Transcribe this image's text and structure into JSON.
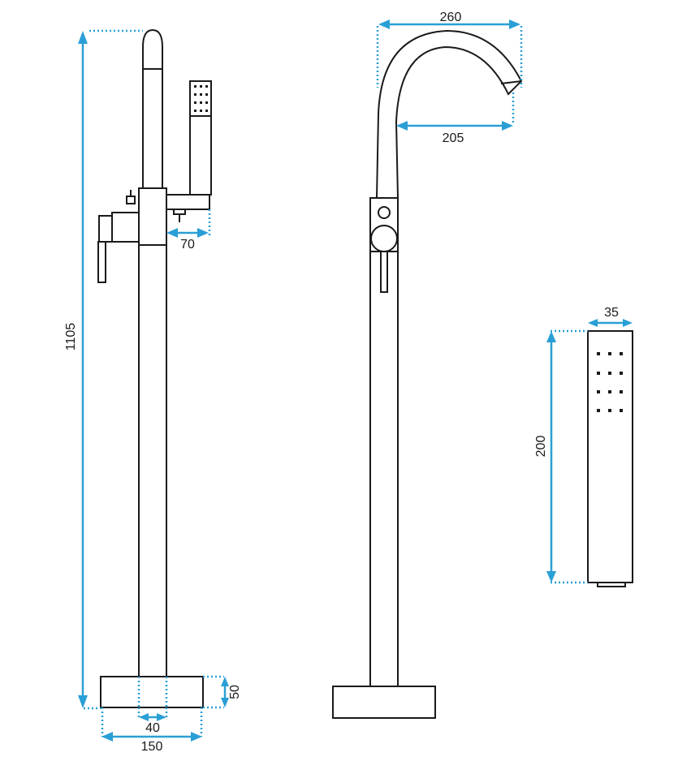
{
  "dimensions": {
    "total_height": "1105",
    "arm_reach": "70",
    "base_height": "50",
    "pipe_width": "40",
    "base_width": "150",
    "spout_width": "260",
    "spout_reach": "205",
    "hand_shower_width": "35",
    "hand_shower_length": "200"
  },
  "colors": {
    "outline": "#1a1a1a",
    "dimension": "#2a9fd6"
  }
}
